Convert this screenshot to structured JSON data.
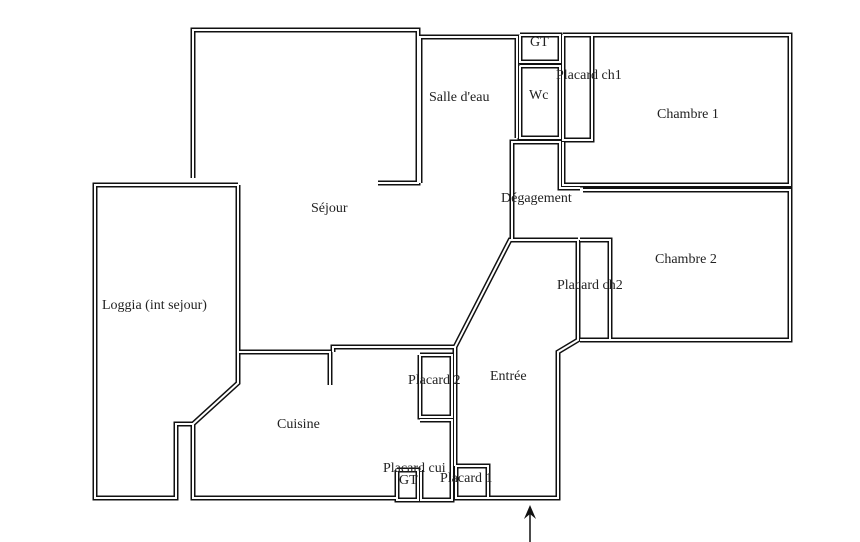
{
  "rooms": {
    "sejour": "Séjour",
    "loggia": "Loggia (int sejour)",
    "salle_deau": "Salle d'eau",
    "gt_top": "GT",
    "wc": "Wc",
    "placard_ch1": "Placard ch1",
    "chambre1": "Chambre 1",
    "degagement": "Dégagement",
    "chambre2": "Chambre 2",
    "placard_ch2": "Placard ch2",
    "entree": "Entrée",
    "placard2": "Placard 2",
    "cuisine": "Cuisine",
    "placard_cui": "Placard cui",
    "gt_bottom": "GT",
    "placard1": "Placard 1"
  },
  "colors": {
    "wall": "#111111",
    "background": "#ffffff"
  }
}
